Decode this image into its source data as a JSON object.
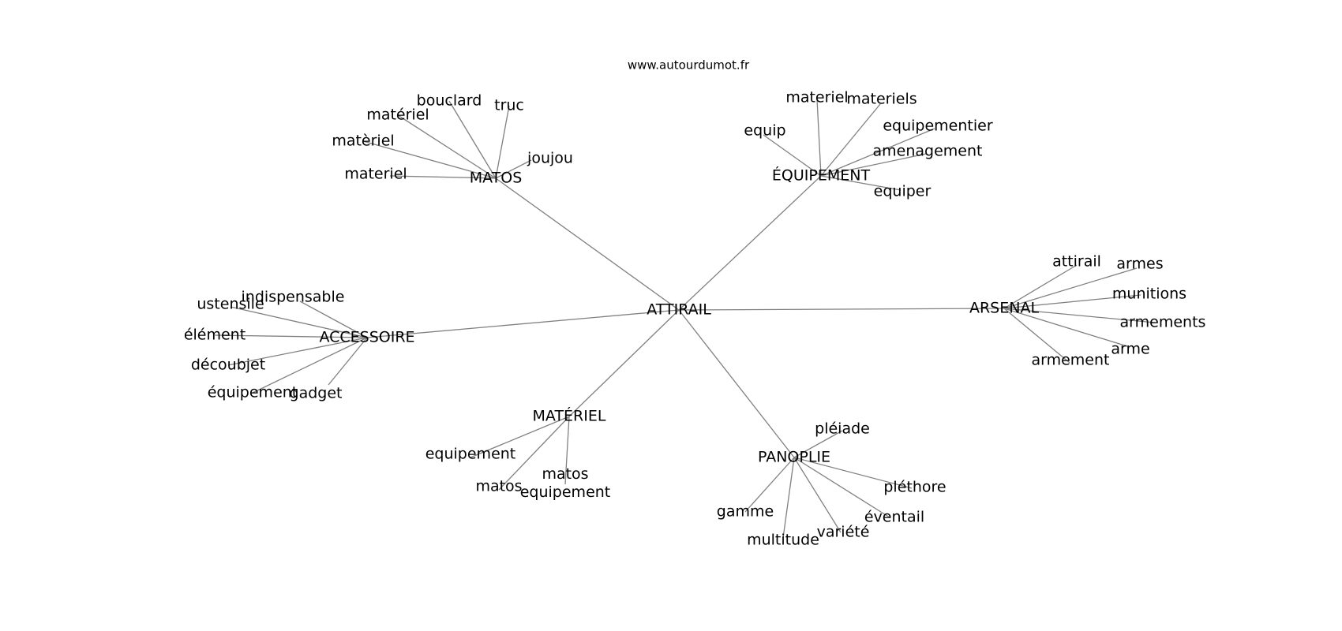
{
  "watermark": "www.autourdumot.fr",
  "root": "ATTIRAIL",
  "clusters": [
    {
      "label": "MATOS",
      "children": [
        "bouclard",
        "truc",
        "matériel",
        "matèriel",
        "joujou",
        "materiel"
      ]
    },
    {
      "label": "ÉQUIPEMENT",
      "children": [
        "materiel",
        "materiels",
        "equip",
        "equipementier",
        "amenagement",
        "equiper"
      ]
    },
    {
      "label": "ARSENAL",
      "children": [
        "attirail",
        "armes",
        "munitions",
        "armements",
        "arme",
        "armement"
      ]
    },
    {
      "label": "ACCESSOIRE",
      "children": [
        "indispensable",
        "ustensile",
        "élément",
        "découbjet",
        "équipement",
        "gadget"
      ]
    },
    {
      "label": "MATÉRIEL",
      "children": [
        "equipement",
        "matos",
        "matos equipement"
      ]
    },
    {
      "label": "PANOPLIE",
      "children": [
        "pléiade",
        "pléthore",
        "éventail",
        "variété",
        "multitude",
        "gamme"
      ]
    }
  ]
}
